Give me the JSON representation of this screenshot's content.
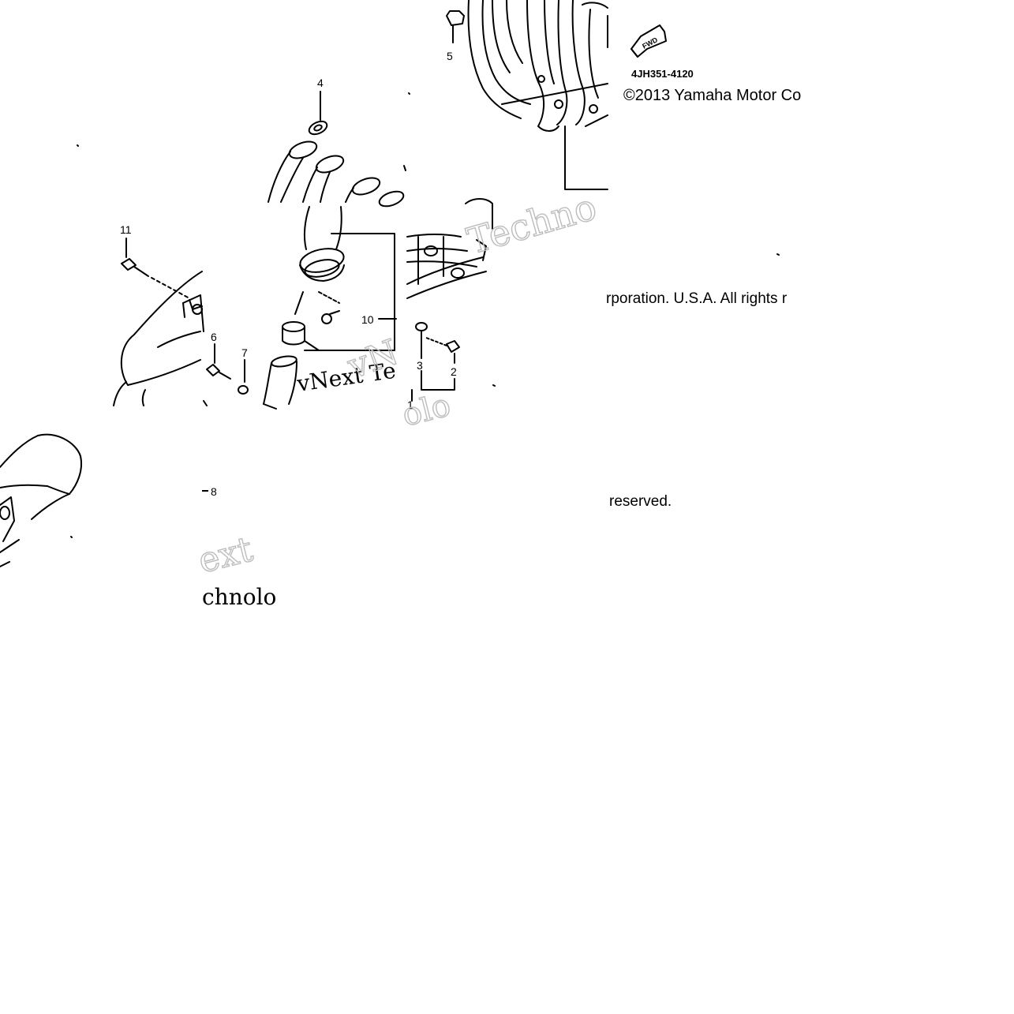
{
  "diagram": {
    "part_code": "4JH351-4120",
    "fwd_label": "FWD",
    "copyright_line1": "©2013 Yamaha Motor Co",
    "copyright_line2": "rporation. U.S.A. All rights r",
    "copyright_line3": "reserved.",
    "callouts": [
      "1",
      "2",
      "3",
      "4",
      "5",
      "6",
      "7",
      "8",
      "10",
      "11"
    ],
    "watermark_fragments": [
      "Techno",
      "vNext Te",
      "ext",
      "chnolo",
      "vN",
      "olo"
    ]
  },
  "colors": {
    "line": "#000000",
    "background": "#ffffff",
    "watermark": "#bdbdbd"
  }
}
